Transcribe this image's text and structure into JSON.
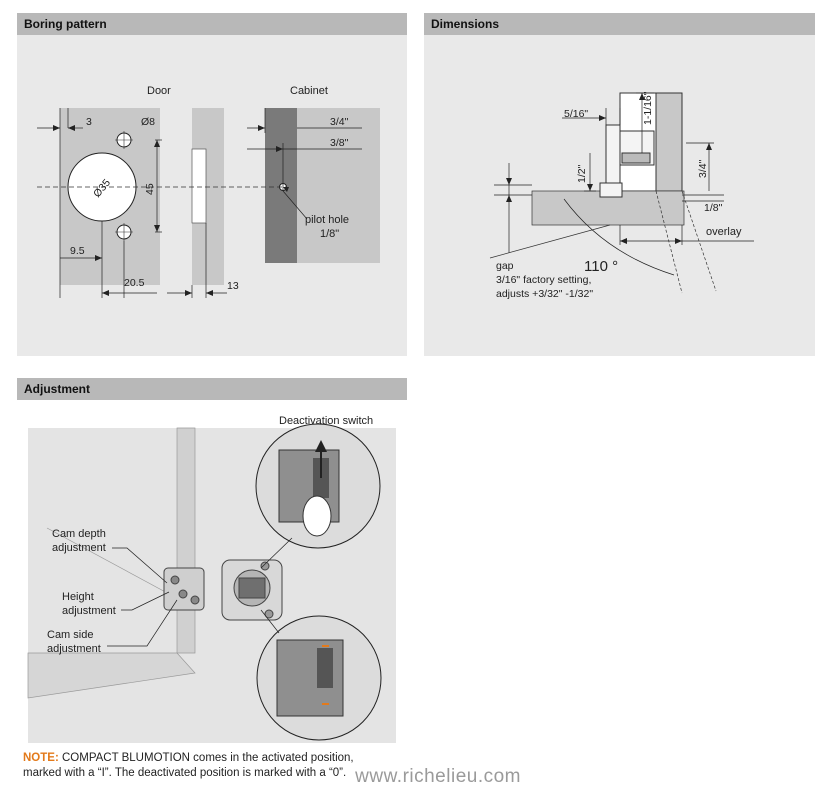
{
  "boring": {
    "title": "Boring pattern",
    "door_label": "Door",
    "cabinet_label": "Cabinet",
    "dim_3": "3",
    "dim_d8": "Ø8",
    "dim_d35": "Ø35",
    "dim_45": "45",
    "dim_9_5": "9.5",
    "dim_20_5": "20.5",
    "dim_13": "13",
    "dim_3_4": "3/4\"",
    "dim_3_8": "3/8\"",
    "pilot_line1": "pilot hole",
    "pilot_line2": "1/8\""
  },
  "dimensions": {
    "title": "Dimensions",
    "dim_5_16": "5/16\"",
    "dim_1_1_16": "1-1/16\"",
    "dim_1_2": "1/2\"",
    "dim_3_4": "3/4\"",
    "dim_1_8": "1/8\"",
    "angle": "110 °",
    "overlay": "overlay",
    "gap_line1": "gap",
    "gap_line2": "3/16\" factory setting,",
    "gap_line3": "adjusts +3/32\" -1/32\""
  },
  "adjustment": {
    "title": "Adjustment",
    "deactivation": "Deactivation switch",
    "cam_depth_1": "Cam depth",
    "cam_depth_2": "adjustment",
    "height_1": "Height",
    "height_2": "adjustment",
    "cam_side_1": "Cam side",
    "cam_side_2": "adjustment",
    "note_keyword": "NOTE:",
    "note_text": "COMPACT BLUMOTION comes in the activated position, marked with a “I”. The deactivated position is marked with a “0”."
  },
  "watermark": "www.richelieu.com"
}
